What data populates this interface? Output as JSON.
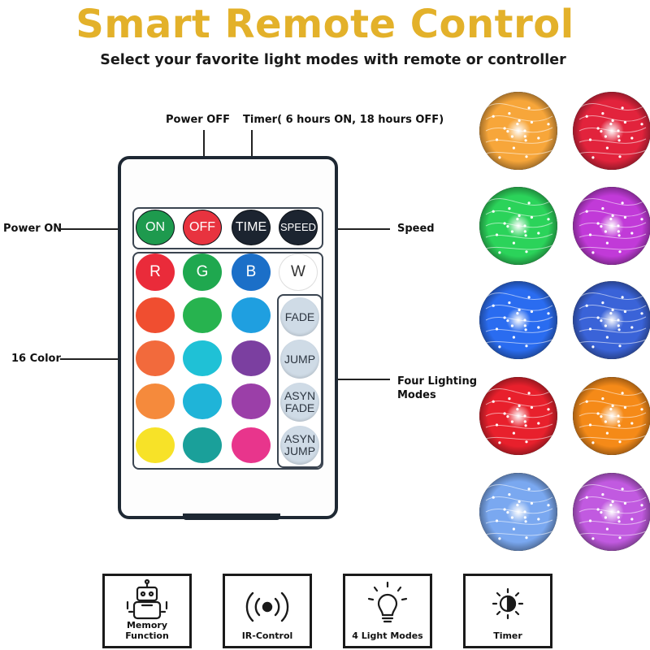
{
  "title": "Smart Remote Control",
  "subtitle": "Select your favorite light modes with remote or controller",
  "callouts": {
    "power_off": "Power OFF",
    "timer": "Timer( 6 hours ON, 18 hours OFF)",
    "power_on": "Power ON",
    "speed": "Speed",
    "color16": "16 Color",
    "four_modes_1": "Four Lighting",
    "four_modes_2": "Modes"
  },
  "remote": {
    "top_buttons": [
      {
        "label": "ON",
        "color": "#1e9a4e"
      },
      {
        "label": "OFF",
        "color": "#e8333f"
      },
      {
        "label": "TIME",
        "color": "#1c2430"
      },
      {
        "label": "SPEED",
        "color": "#1c2430"
      }
    ],
    "rgbw": [
      {
        "label": "R",
        "color": "#ea2b3a"
      },
      {
        "label": "G",
        "color": "#1fa84f"
      },
      {
        "label": "B",
        "color": "#1b6fc8"
      },
      {
        "label": "W",
        "color": "#ffffff"
      }
    ],
    "color_rows": [
      [
        "#f04e30",
        "#27b34f",
        "#1f9fe0"
      ],
      [
        "#f26a3c",
        "#1fc1d6",
        "#7b3fa0"
      ],
      [
        "#f58a3c",
        "#1fb4d8",
        "#9b3fa8"
      ],
      [
        "#f7e228",
        "#1aa09a",
        "#e8358c"
      ]
    ],
    "modes": [
      {
        "line1": "FADE",
        "line2": ""
      },
      {
        "line1": "JUMP",
        "line2": ""
      },
      {
        "line1": "ASYN",
        "line2": "FADE"
      },
      {
        "line1": "ASYN",
        "line2": "JUMP"
      }
    ]
  },
  "photos": [
    {
      "color": "#f7a63a"
    },
    {
      "color": "#e2233c"
    },
    {
      "color": "#2bd35a"
    },
    {
      "color": "#c13ad8"
    },
    {
      "color": "#2a6cf0"
    },
    {
      "color": "#3a63d8"
    },
    {
      "color": "#e8202c"
    },
    {
      "color": "#f58a18"
    },
    {
      "color": "#7aa8f0"
    },
    {
      "color": "#c15ae0"
    }
  ],
  "features": [
    {
      "label": "Memory Function",
      "icon": "robot-icon"
    },
    {
      "label": "IR-Control",
      "icon": "ir-signal-icon"
    },
    {
      "label": "4 Light Modes",
      "icon": "light-bulb-icon"
    },
    {
      "label": "Timer",
      "icon": "sun-half-icon"
    }
  ],
  "colors": {
    "title": "#E3B12A",
    "remote_frame": "#1e2833",
    "mode_button": "#cfdbe6"
  }
}
